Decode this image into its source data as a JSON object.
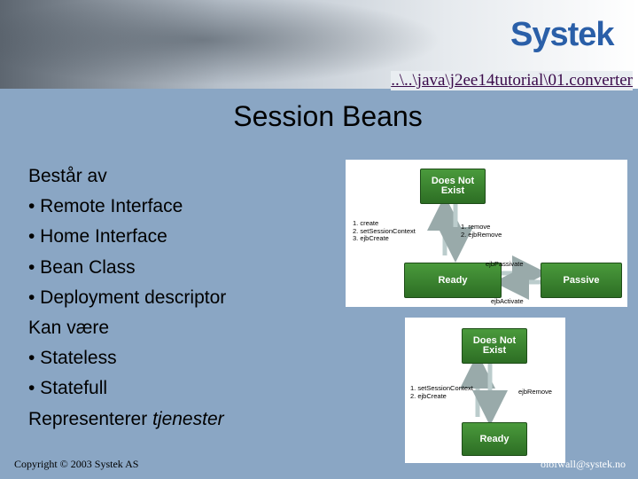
{
  "header": {
    "logo": "Systek",
    "link": "..\\..\\java\\j2ee14tutorial\\01.converter"
  },
  "slide": {
    "title": "Session Beans",
    "bullets": [
      "Består av",
      "• Remote Interface",
      "• Home Interface",
      "• Bean Class",
      "• Deployment descriptor",
      "Kan være",
      "• Stateless",
      "• Statefull"
    ],
    "last_line": {
      "text": "Representerer ",
      "emphasis": "tjenester"
    }
  },
  "diagram_stateful": {
    "states": {
      "does_not_exist": "Does Not\nExist",
      "ready": "Ready",
      "passive": "Passive"
    },
    "create_steps": [
      "1. create",
      "2. setSessionContext",
      "3. ejbCreate"
    ],
    "remove_steps": [
      "1. remove",
      "2. ejbRemove"
    ],
    "passivate": "ejbPassivate",
    "activate": "ejbActivate"
  },
  "diagram_stateless": {
    "states": {
      "does_not_exist": "Does Not\nExist",
      "ready": "Ready"
    },
    "create_steps": [
      "1. setSessionContext",
      "2. ejbCreate"
    ],
    "remove": "ejbRemove"
  },
  "footer": {
    "copyright": "Copyright © 2003 Systek AS",
    "email": "olofwall@systek.no"
  },
  "colors": {
    "background": "#8aa6c4",
    "state_box": "#3f8a33",
    "logo": "#2a5fa8"
  }
}
